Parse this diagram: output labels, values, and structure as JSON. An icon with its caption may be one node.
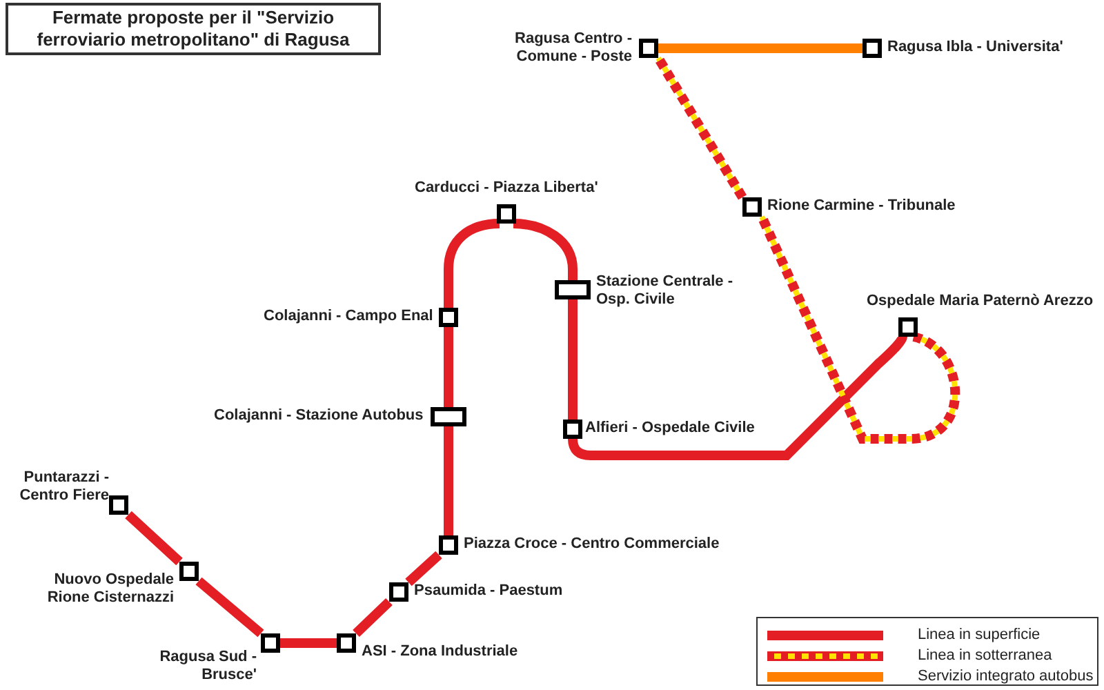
{
  "diagram": {
    "title": "Fermate proposte per il \"Servizio ferroviario metropolitano\" di Ragusa",
    "nodes": [
      {
        "text": [
          "Puntarazzi - Centro Fiere"
        ]
      },
      {
        "text": [
          "Nuovo Ospedale Rione Cisternazzi"
        ]
      },
      {
        "text": [
          "Ragusa Sud - Brusce'"
        ]
      },
      {
        "text": [
          "ASI - Zona Industriale"
        ]
      },
      {
        "text": [
          "Psaumida - Paestum"
        ]
      },
      {
        "text": [
          "Piazza Croce - Centro Commerciale"
        ]
      },
      {
        "text": [
          "Colajanni - Stazione Autobus"
        ]
      },
      {
        "text": [
          "Colajanni - Campo Enal"
        ]
      },
      {
        "text": [
          "Carducci - Piazza Liberta'"
        ]
      },
      {
        "text": [
          "Stazione Centrale - Osp. Civile"
        ]
      },
      {
        "text": [
          "Alfieri - Ospedale Civile"
        ]
      },
      {
        "text": [
          "Ospedale Maria Paternò Arezzo"
        ]
      },
      {
        "text": [
          "Rione Carmine - Tribunale"
        ]
      },
      {
        "text": [
          "Ragusa Centro - Comune - Poste"
        ]
      },
      {
        "text": [
          "Ragusa Ibla - Universita'"
        ]
      }
    ],
    "edges": [
      {
        "from": 0,
        "to": 1,
        "arrow": "none"
      },
      {
        "from": 1,
        "to": 2,
        "arrow": "none"
      },
      {
        "from": 2,
        "to": 3,
        "arrow": "none"
      },
      {
        "from": 3,
        "to": 4,
        "arrow": "none"
      },
      {
        "from": 4,
        "to": 5,
        "arrow": "none"
      },
      {
        "from": 5,
        "to": 6,
        "arrow": "none"
      },
      {
        "from": 6,
        "to": 7,
        "arrow": "none"
      },
      {
        "from": 7,
        "to": 8,
        "arrow": "none"
      },
      {
        "from": 8,
        "to": 9,
        "arrow": "none"
      },
      {
        "from": 9,
        "to": 10,
        "arrow": "none"
      },
      {
        "from": 10,
        "to": 11,
        "arrow": "none"
      },
      {
        "from": 11,
        "to": 12,
        "arrow": "none",
        "style": "dashed"
      },
      {
        "from": 12,
        "to": 13,
        "arrow": "none",
        "style": "dashed"
      },
      {
        "from": 13,
        "to": 14,
        "arrow": "none",
        "color": "#ff8000"
      }
    ],
    "legend": [
      {
        "text": "Linea in superficie",
        "color": "#e31e24"
      },
      {
        "text": "Linea in sotterranea"
      },
      {
        "text": "Servizio integrato autobus",
        "color": "#ff8000"
      }
    ]
  }
}
